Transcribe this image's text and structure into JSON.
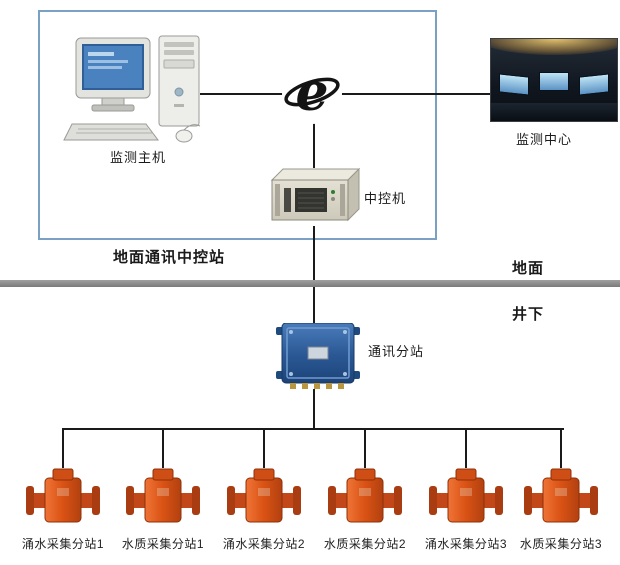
{
  "labels": {
    "ground_station": "地面通讯中控站",
    "monitor_host": "监测主机",
    "monitor_center": "监测中心",
    "control_machine": "中控机",
    "surface": "地面",
    "underground": "井下",
    "comm_substation": "通讯分站"
  },
  "devices": [
    {
      "label": "涌水采集分站1"
    },
    {
      "label": "水质采集分站1"
    },
    {
      "label": "涌水采集分站2"
    },
    {
      "label": "水质采集分站2"
    },
    {
      "label": "涌水采集分站3"
    },
    {
      "label": "水质采集分站3"
    }
  ],
  "icons": {
    "internet_logo": "internet-e-logo",
    "host_computer": "desktop-computer",
    "monitoring_center": "control-room-photo",
    "control_server": "rack-server",
    "substation_box": "blue-junction-box",
    "collector": "orange-flow-sensor"
  },
  "colors": {
    "box_border": "#7aa0c4",
    "divider": "#8a8a8a",
    "line": "#1a1a1a",
    "device_orange": "#d8541e",
    "substation_blue": "#2f5fa5"
  }
}
